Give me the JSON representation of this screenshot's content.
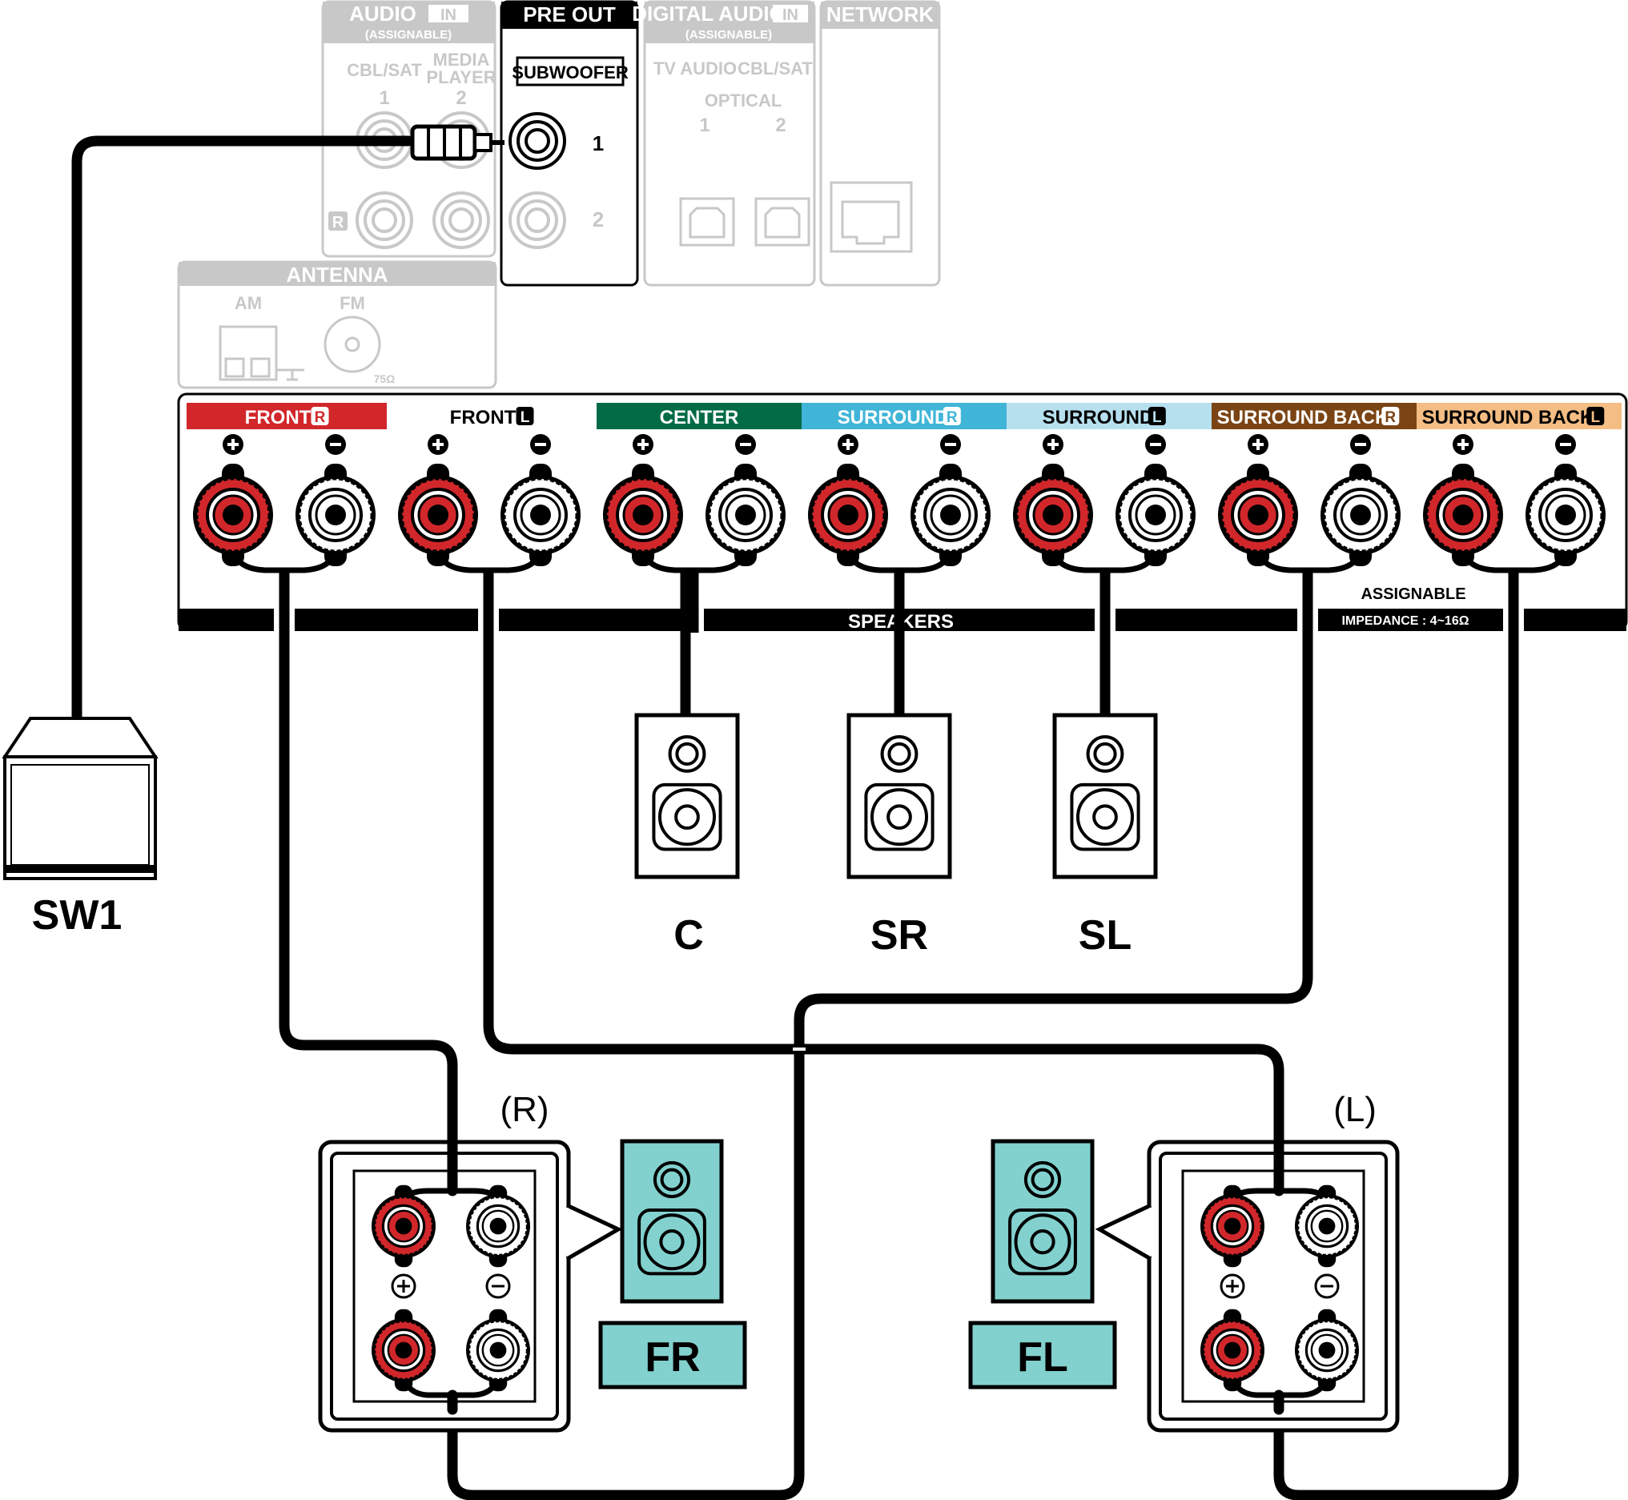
{
  "panel": {
    "audio_in": {
      "title": "AUDIO",
      "tag": "IN",
      "sub": "(ASSIGNABLE)",
      "col1": "CBL/SAT",
      "col2a": "MEDIA",
      "col2b": "PLAYER",
      "n1": "1",
      "n2": "2",
      "r": "R"
    },
    "pre_out": {
      "title": "PRE OUT",
      "label": "SUBWOOFER",
      "n1": "1",
      "n2": "2"
    },
    "digital_in": {
      "title": "DIGITAL AUDIO",
      "tag": "IN",
      "sub": "(ASSIGNABLE)",
      "col1": "TV AUDIO",
      "col2": "CBL/SAT",
      "optical": "OPTICAL",
      "n1": "1",
      "n2": "2"
    },
    "network": {
      "title": "NETWORK"
    },
    "antenna": {
      "title": "ANTENNA",
      "am": "AM",
      "fm": "FM",
      "ohm": "75Ω"
    }
  },
  "speaker_terminals": {
    "channels": [
      {
        "text": "FRONT",
        "badge": "R",
        "bg": "#d1272b",
        "fg": "#ffffff"
      },
      {
        "text": "FRONT",
        "badge": "L",
        "bg": "#ffffff",
        "fg": "#000000"
      },
      {
        "text": "CENTER",
        "badge": "",
        "bg": "#006b45",
        "fg": "#ffffff"
      },
      {
        "text": "SURROUND",
        "badge": "R",
        "bg": "#40b5d8",
        "fg": "#ffffff"
      },
      {
        "text": "SURROUND",
        "badge": "L",
        "bg": "#b7e0ef",
        "fg": "#000000"
      },
      {
        "text": "SURROUND BACK",
        "badge": "R",
        "bg": "#7b4414",
        "fg": "#ffffff"
      },
      {
        "text": "SURROUND BACK",
        "badge": "L",
        "bg": "#f4bd84",
        "fg": "#000000"
      }
    ],
    "plus": "+",
    "minus": "−",
    "speakers_label": "SPEAKERS",
    "assignable": "ASSIGNABLE",
    "impedance": "IMPEDANCE : 4~16Ω"
  },
  "devices": {
    "subwoofer": "SW1",
    "center": "C",
    "surround_right": "SR",
    "surround_left": "SL",
    "front_right": "FR",
    "front_left": "FL",
    "right_side": "(R)",
    "left_side": "(L)"
  },
  "colors": {
    "red_terminal": "#d1272b",
    "teal": "#82d1cf",
    "gray": "#c8c8c8"
  }
}
